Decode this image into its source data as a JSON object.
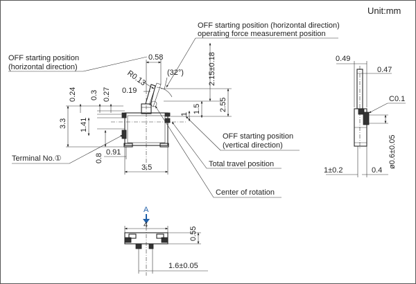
{
  "unit_label": "Unit:mm",
  "callouts": {
    "off_horizontal_measure": [
      "OFF starting position (horizontal direction)",
      "operating force measurement position"
    ],
    "off_horizontal_left": [
      "OFF starting position",
      "(horizontal direction)"
    ],
    "off_vertical": [
      "OFF starting position",
      "(vertical direction)"
    ],
    "total_travel": "Total travel position",
    "center_of_rotation": "Center of rotation",
    "terminal_no": "Terminal No.①"
  },
  "dimensions": {
    "d058": "0.58",
    "r013": "R0.13",
    "angle32": "(32°)",
    "d019": "0.19",
    "d024": "0.24",
    "d03": "0.3",
    "d027": "0.27",
    "d215": "2.15±0.18",
    "d255": "2.55",
    "d15": "1.5",
    "d1": "1",
    "d33": "3.3",
    "d141": "1.41",
    "d08": "0.8",
    "d091": "0.91",
    "d35": "3.5",
    "d049": "0.49",
    "d047": "0.47",
    "c01": "C0.1",
    "d06": "ø0.6±0.05",
    "d1pm02": "1±0.2",
    "d04": "0.4",
    "view_a": "A",
    "d4": "4",
    "d055": "0.55",
    "d16": "1.6±0.05"
  }
}
